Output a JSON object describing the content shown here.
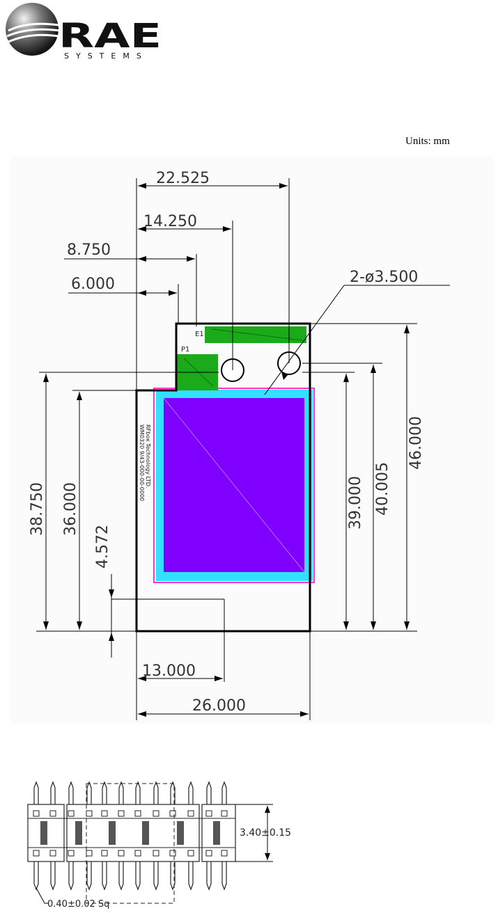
{
  "logo": {
    "brand": "RAE",
    "tagline": "SYSTEMS"
  },
  "units_label": "Units: mm",
  "dimensions": {
    "top_width": "22.525",
    "offset_1": "14.250",
    "offset_2": "8.750",
    "offset_3": "6.000",
    "hole_callout": "2-ø3.500",
    "left_height_1": "38.750",
    "left_height_2": "36.000",
    "bottom_offset": "4.572",
    "right_height_1": "39.000",
    "right_height_2": "40.005",
    "right_height_3": "46.000",
    "bottom_half": "13.000",
    "bottom_width": "26.000"
  },
  "board_labels": {
    "pin_e1": "E1",
    "pin_p1": "P1",
    "part_number": "WM0320 9/43-000-00-0000",
    "company": "RFbox Technology LTD."
  },
  "pin_header": {
    "height_dim": "3.40±0.15",
    "pin_size": "0.40±0.02  Sq"
  },
  "colors": {
    "module": "#8000ff",
    "module_border": "#33e0ff",
    "outline_pink": "#ff33cc",
    "connector_green": "#1aaa1a"
  }
}
